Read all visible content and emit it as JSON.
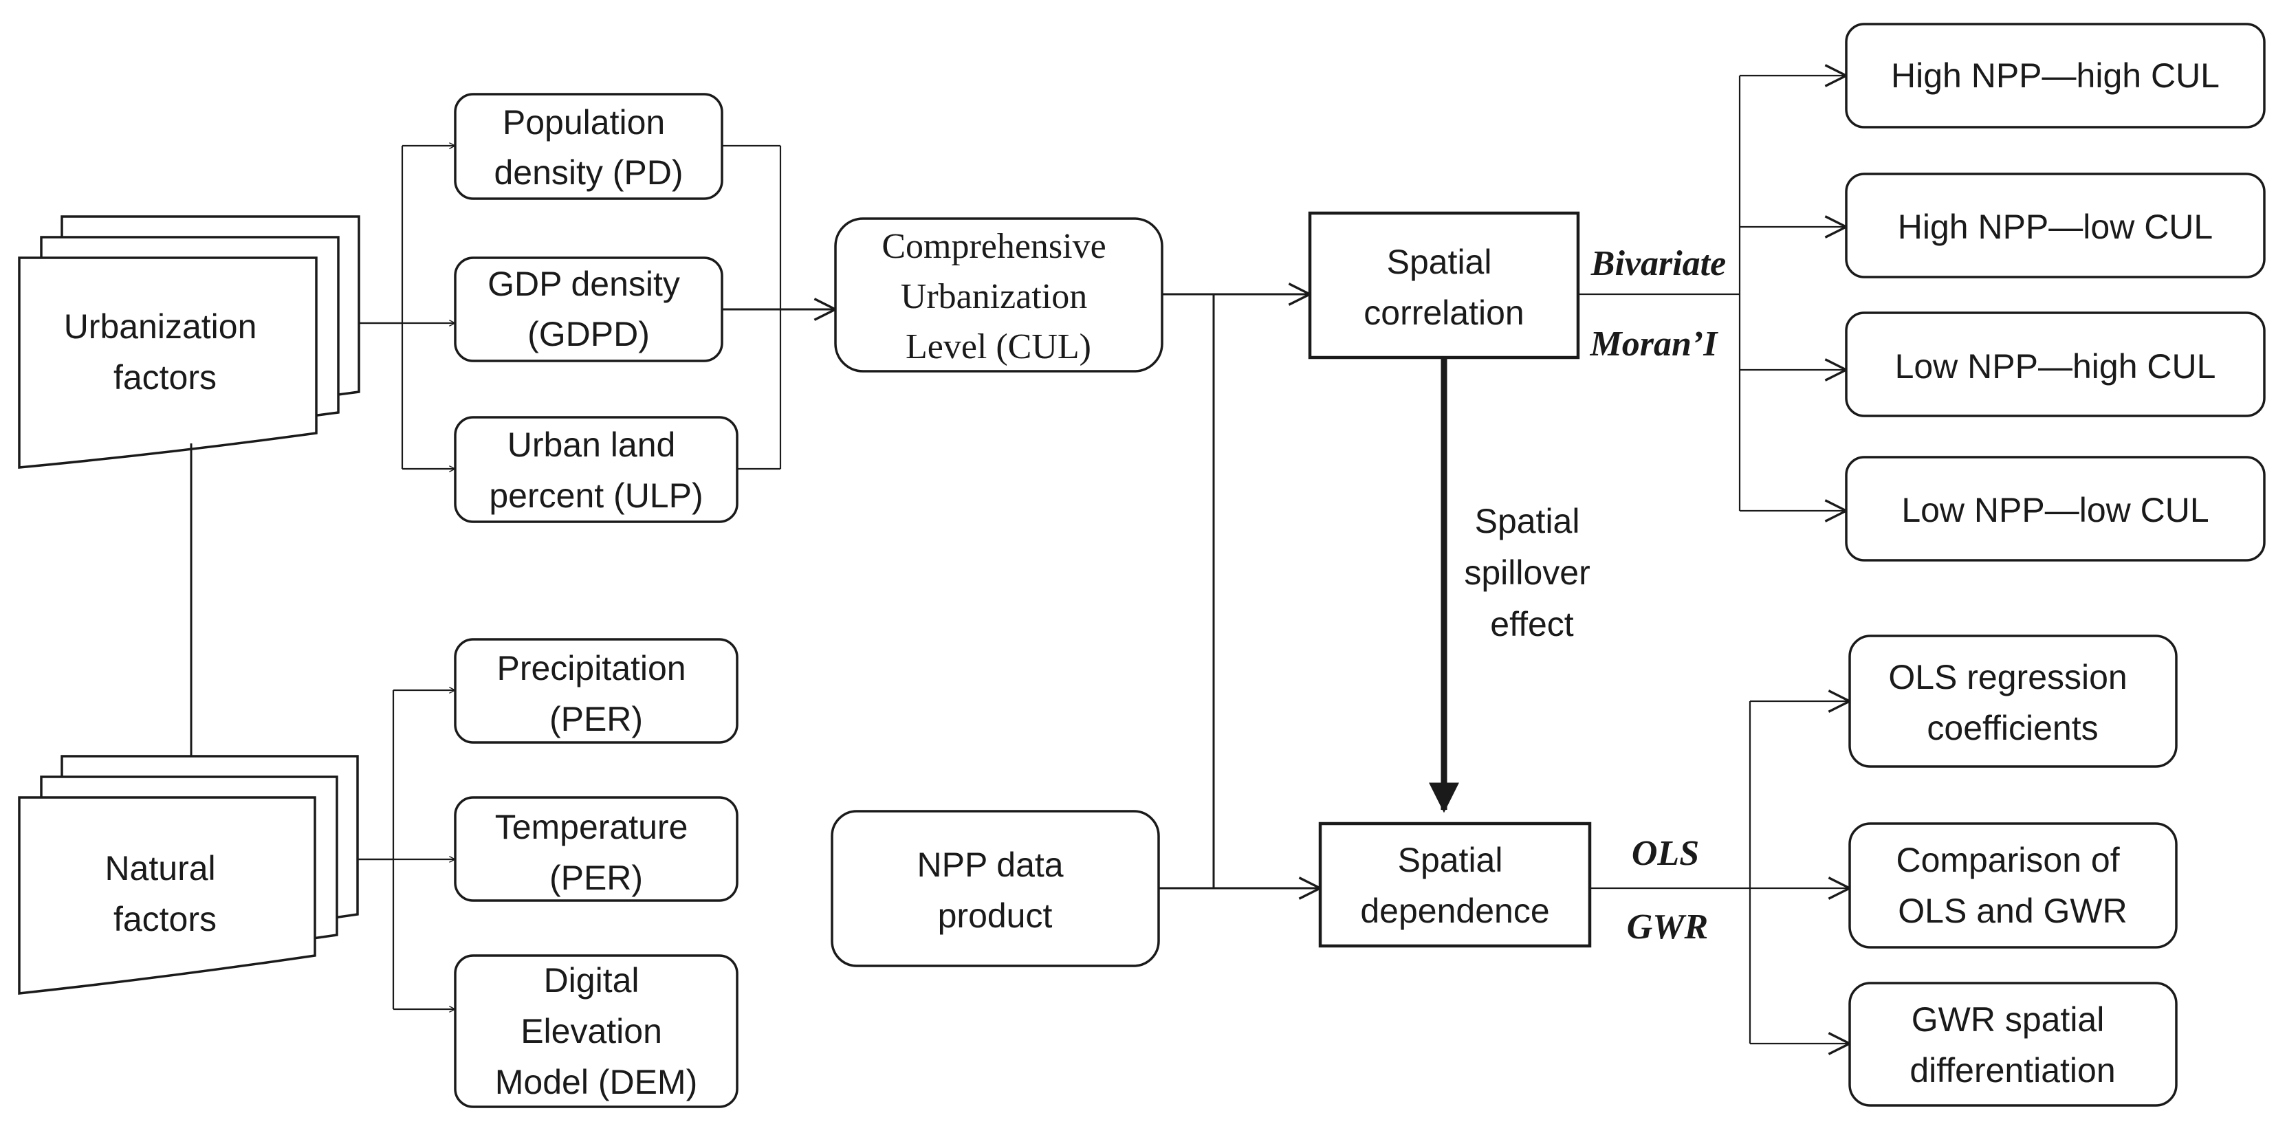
{
  "inputs": {
    "urbanization": [
      "Urbanization",
      "factors"
    ],
    "natural": [
      "Natural",
      "factors"
    ]
  },
  "urbanization_indicators": {
    "pd": [
      "Population",
      "density (PD)"
    ],
    "gdpd": [
      "GDP density",
      "(GDPD)"
    ],
    "ulp": [
      "Urban land",
      "percent (ULP)"
    ]
  },
  "natural_indicators": {
    "per_precip": [
      "Precipitation",
      "(PER)"
    ],
    "per_temp": [
      "Temperature",
      "(PER)"
    ],
    "dem": [
      "Digital",
      "Elevation",
      "Model (DEM)"
    ]
  },
  "cul": [
    "Comprehensive",
    "Urbanization",
    "Level (CUL)"
  ],
  "npp": [
    "NPP data",
    "product"
  ],
  "spatial_correlation": [
    "Spatial",
    "correlation"
  ],
  "spatial_dependence": [
    "Spatial",
    "dependence"
  ],
  "spillover": [
    "Spatial",
    "spillover",
    "effect"
  ],
  "methods": {
    "bivariate": "Bivariate",
    "moran": "Moran’I",
    "ols": "OLS",
    "gwr": "GWR"
  },
  "correlation_outputs": [
    "High NPP—high CUL",
    "High NPP—low CUL",
    "Low NPP—high CUL",
    "Low NPP—low CUL"
  ],
  "dependence_outputs": {
    "ols_coef": [
      "OLS regression",
      "coefficients"
    ],
    "comparison": [
      "Comparison of",
      "OLS and GWR"
    ],
    "gwr_diff": [
      "GWR spatial",
      "differentiation"
    ]
  }
}
